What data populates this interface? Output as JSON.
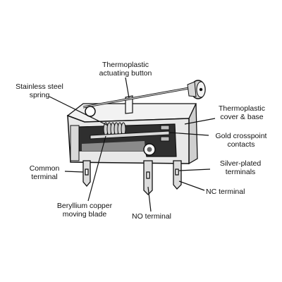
{
  "labels": {
    "actuating_button": [
      "Thermoplastic",
      "actuating button"
    ],
    "spring": [
      "Stainless steel",
      "spring"
    ],
    "cover_base": [
      "Thermoplastic",
      "cover & base"
    ],
    "crosspoint": [
      "Gold crosspoint",
      "contacts"
    ],
    "terminals": [
      "Silver-plated",
      "terminals"
    ],
    "common": [
      "Common",
      "terminal"
    ],
    "nc": [
      "NC terminal"
    ],
    "blade": [
      "Beryllium copper",
      "moving blade"
    ],
    "no": [
      "NO terminal"
    ]
  },
  "colors": {
    "line": "#111111",
    "body_light": "#e6e6e6",
    "body_mid": "#bdbdbd",
    "body_dark": "#3a3a3a",
    "metal": "#d9d9d9"
  }
}
